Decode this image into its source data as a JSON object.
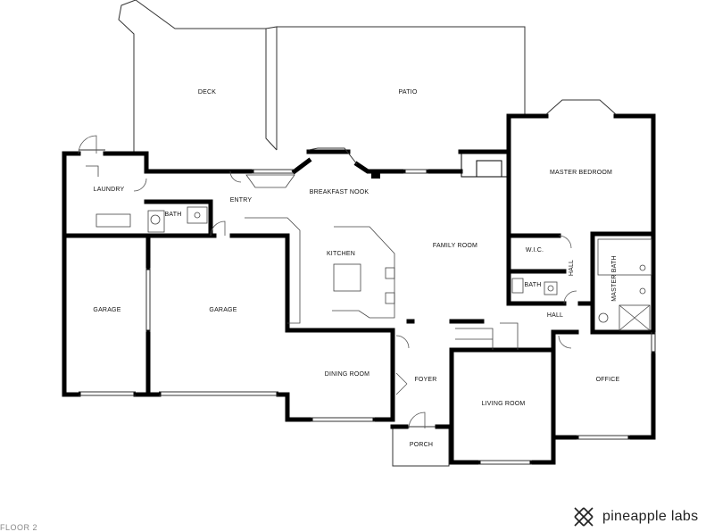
{
  "rooms": {
    "deck": "DECK",
    "patio": "PATIO",
    "laundry": "LAUNDRY",
    "entry": "ENTRY",
    "breakfast_nook": "BREAKFAST NOOK",
    "bath1": "BATH",
    "kitchen": "KITCHEN",
    "family_room": "FAMILY ROOM",
    "master_bedroom": "MASTER BEDROOM",
    "wic": "W.I.C.",
    "hall1": "HALL",
    "bath2": "BATH",
    "master_bath": "MASTER BATH",
    "hall2": "HALL",
    "garage1": "GARAGE",
    "garage2": "GARAGE",
    "dining_room": "DINING ROOM",
    "foyer": "FOYER",
    "living_room": "LIVING ROOM",
    "office": "OFFICE",
    "porch": "PORCH"
  },
  "brand": {
    "name": "pineapple labs",
    "logo_icon": "pineapple-lattice-icon"
  },
  "floor_label": "FLOOR 2",
  "colors": {
    "wall": "#000000",
    "thin_line": "#333333",
    "background": "#ffffff"
  }
}
